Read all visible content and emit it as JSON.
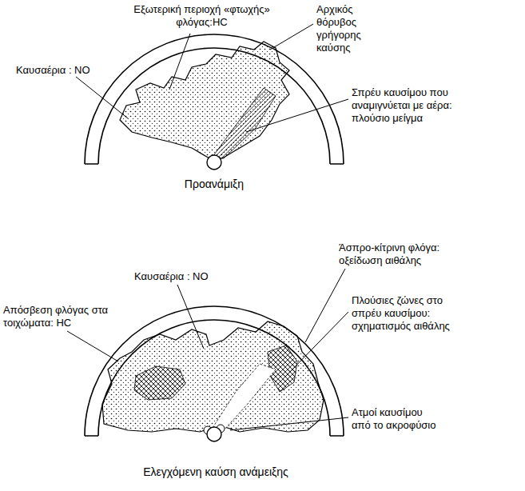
{
  "diagram": {
    "labels": [
      "Εξωτερική περιοχή «φτωχής» φλόγας:HC",
      "Αρχικός θόρυβος γρήγορης καύσης",
      "Καυσαέρια : NO",
      "Σπρέυ καυσίμου που αναμιγνύεται με αέρα: πλούσιο μείγμα",
      "Προανάμιξη",
      "Άσπρο-κίτρινη φλόγα: οξείδωση αιθάλης",
      "Καυσαέρια : NO",
      "Απόσβεση φλόγας στα τοιχώματα: HC",
      "Πλούσιες ζώνες στο σπρέυ καυσίμου: σχηματισμός αιθάλης",
      "Ατμοί καυσίμου από το ακροφύσιο",
      "Ελεγχόμενη καύση ανάμειξης"
    ]
  }
}
